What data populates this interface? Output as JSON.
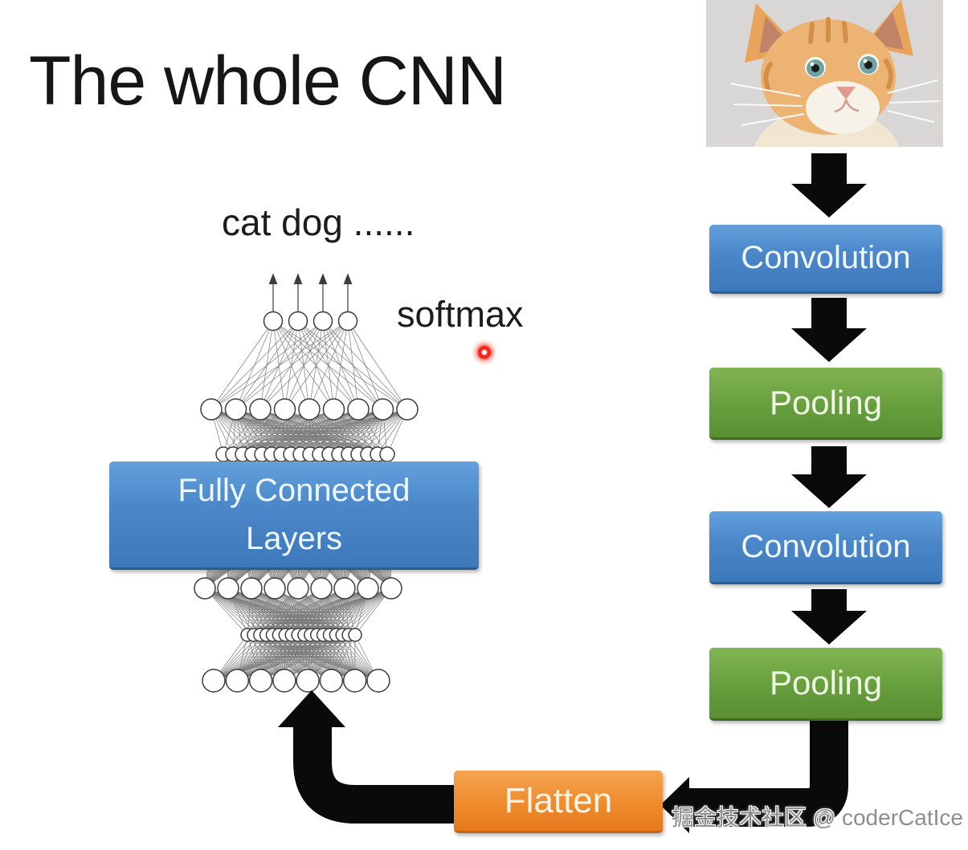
{
  "slide": {
    "title": "The whole CNN",
    "output_label": "cat dog ......",
    "softmax_label": "softmax"
  },
  "network": {
    "layer_sizes": [
      4,
      9,
      18,
      9,
      18,
      8
    ],
    "fully_connected_box": {
      "line1": "Fully Connected",
      "line2": "Layers"
    }
  },
  "pipeline": {
    "boxes": [
      {
        "id": "convolution-1",
        "label": "Convolution",
        "color": "#4785c6"
      },
      {
        "id": "pooling-1",
        "label": "Pooling",
        "color": "#69a03e"
      },
      {
        "id": "convolution-2",
        "label": "Convolution",
        "color": "#4785c6"
      },
      {
        "id": "pooling-2",
        "label": "Pooling",
        "color": "#69a03e"
      },
      {
        "id": "flatten",
        "label": "Flatten",
        "color": "#ee8c2e"
      }
    ]
  },
  "watermark": "掘金技术社区 @ coderCatIce",
  "colors": {
    "background": "#ffffff",
    "box_blue": "#4785c6",
    "box_green": "#69a03e",
    "box_orange": "#ee8c2e",
    "arrow_black": "#0a0a0a",
    "laser_dot_red": "#f5271c",
    "watermark_gray": "#8e8e8e",
    "title_text": "#161616"
  }
}
